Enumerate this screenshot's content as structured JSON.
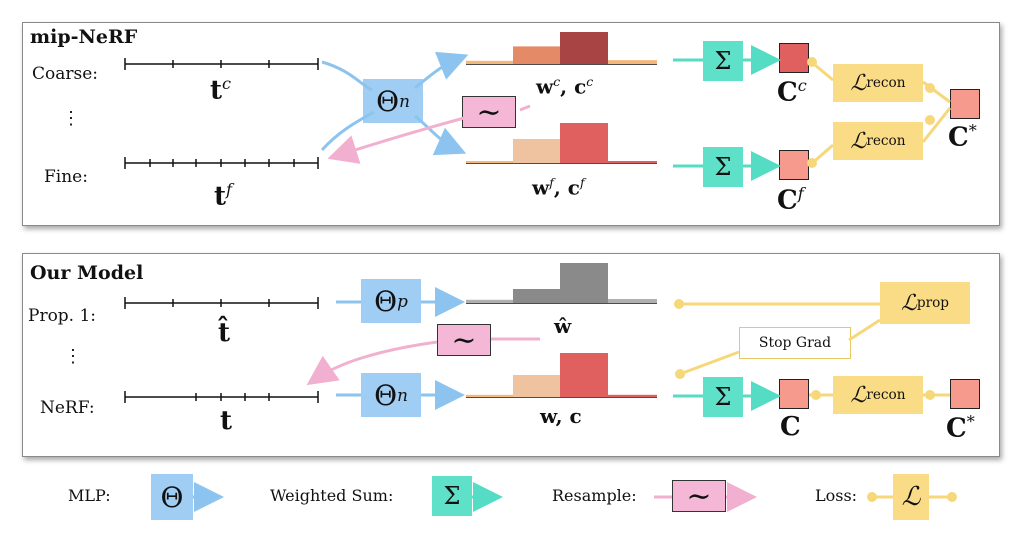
{
  "top_panel": {
    "title": "mip-NeRF",
    "row_labels": {
      "coarse": "Coarse:",
      "dots": "⋮",
      "fine": "Fine:"
    },
    "math": {
      "t_coarse": "t",
      "t_coarse_sup": "c",
      "t_fine": "t",
      "t_fine_sup": "f",
      "w_coarse": "w",
      "w_coarse_sup": "c",
      "c_coarse": "c",
      "c_coarse_sup": "c",
      "comma": ",",
      "w_fine": "w",
      "w_fine_sup": "f",
      "c_fine": "c",
      "c_fine_sup": "f",
      "C_coarse": "C",
      "C_coarse_sup": "c",
      "C_fine": "C",
      "C_fine_sup": "f",
      "C_star": "C",
      "C_star_sup": "*"
    },
    "mlp": {
      "symbol": "Θ",
      "sub": "n"
    },
    "weighted_sum": "Σ",
    "resample": "∼",
    "loss_recon": {
      "symbol": "ℒ",
      "sub": "recon"
    }
  },
  "bottom_panel": {
    "title": "Our Model",
    "row_labels": {
      "prop": "Prop. 1:",
      "dots": "⋮",
      "nerf": "NeRF:"
    },
    "math": {
      "t_hat": "t̂",
      "w_hat": "ŵ",
      "t": "t",
      "w": "w",
      "comma": ",",
      "c": "c",
      "C": "C",
      "C_star": "C",
      "C_star_sup": "*"
    },
    "mlp_prop": {
      "symbol": "Θ",
      "sub": "p"
    },
    "mlp_nerf": {
      "symbol": "Θ",
      "sub": "n"
    },
    "weighted_sum": "Σ",
    "resample": "∼",
    "loss_prop": {
      "symbol": "ℒ",
      "sub": "prop"
    },
    "loss_recon": {
      "symbol": "ℒ",
      "sub": "recon"
    },
    "stop_grad": "Stop Grad"
  },
  "legend": {
    "mlp_label": "MLP:",
    "mlp_symbol": "Θ",
    "wsum_label": "Weighted Sum:",
    "wsum_symbol": "Σ",
    "resample_label": "Resample:",
    "resample_symbol": "∼",
    "loss_label": "Loss:",
    "loss_symbol": "ℒ"
  },
  "colors": {
    "mlp": "#9fcdf3",
    "mlp_arrow": "#8cc4ef",
    "wsum": "#5fe0c9",
    "wsum_arrow": "#55dcc4",
    "resample": "#f4b8d6",
    "resample_arrow": "#f2b0d0",
    "loss": "#fbdc86",
    "loss_line": "#f6d77a",
    "hist_dark_red": "#a84444",
    "hist_salmon": "#e58a66",
    "hist_orange": "#f4b87a",
    "hist_red": "#e06060",
    "hist_peach": "#f0c3a0",
    "hist_gray": "#8a8a8a",
    "hist_lightgray": "#b0b0b0",
    "C_coarse": "#e06060",
    "C_fine": "#f59a8c",
    "C_star": "#f59a8c",
    "C_nerf": "#f59a8c"
  },
  "histograms": {
    "coarse": [
      0.1,
      0.55,
      1.0,
      0.12
    ],
    "fine": [
      0.03,
      0.6,
      1.0,
      0.05
    ],
    "proposal": [
      0.08,
      0.35,
      1.0,
      0.1
    ],
    "nerf": [
      0.05,
      0.5,
      1.0,
      0.05
    ]
  }
}
